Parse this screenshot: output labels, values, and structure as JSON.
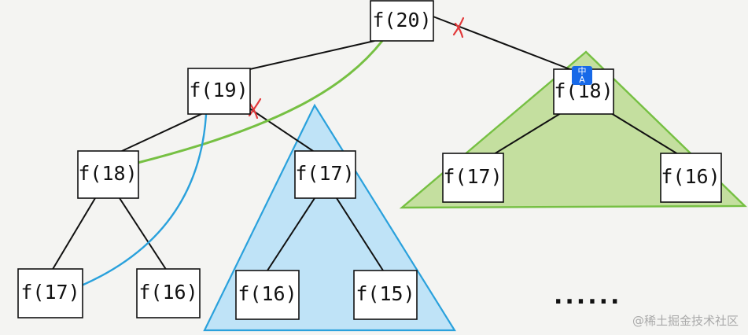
{
  "nodes": {
    "root": "f(20)",
    "l1_left": "f(19)",
    "l1_right": "f(18)",
    "l2_a": "f(18)",
    "l2_b": "f(17)",
    "l2_c": "f(17)",
    "l2_d": "f(16)",
    "l3_a": "f(17)",
    "l3_b": "f(16)",
    "l3_c": "f(16)",
    "l3_d": "f(15)"
  },
  "ellipsis": "......",
  "watermark": "@稀土掘金技术社区",
  "translate_badge": {
    "top": "中",
    "bottom": "A"
  },
  "colors": {
    "blue_fill": "#bfe3f7",
    "blue_stroke": "#2aa1dc",
    "green_fill": "#c4df9f",
    "green_stroke": "#76c043",
    "cut_mark": "#e2383a",
    "badge": "#1769e8"
  }
}
